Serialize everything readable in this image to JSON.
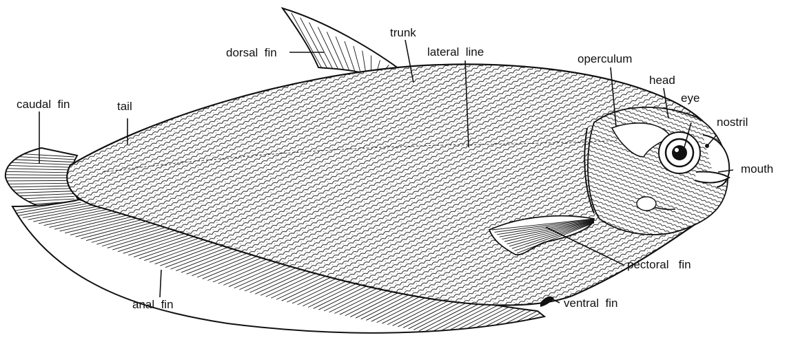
{
  "labels": {
    "caudal_fin": "caudal  fin",
    "tail": "tail",
    "dorsal_fin": "dorsal  fin",
    "trunk": "trunk",
    "lateral_line": "lateral  line",
    "operculum": "operculum",
    "head": "head",
    "eye": "eye",
    "nostril": "nostril",
    "mouth": "mouth",
    "pectoral_fin": "pectoral   fin",
    "anal_fin": "anal  fin",
    "ventral_fin": "ventral  fin"
  },
  "colors": {
    "ink": "#111111",
    "paper": "#ffffff"
  }
}
